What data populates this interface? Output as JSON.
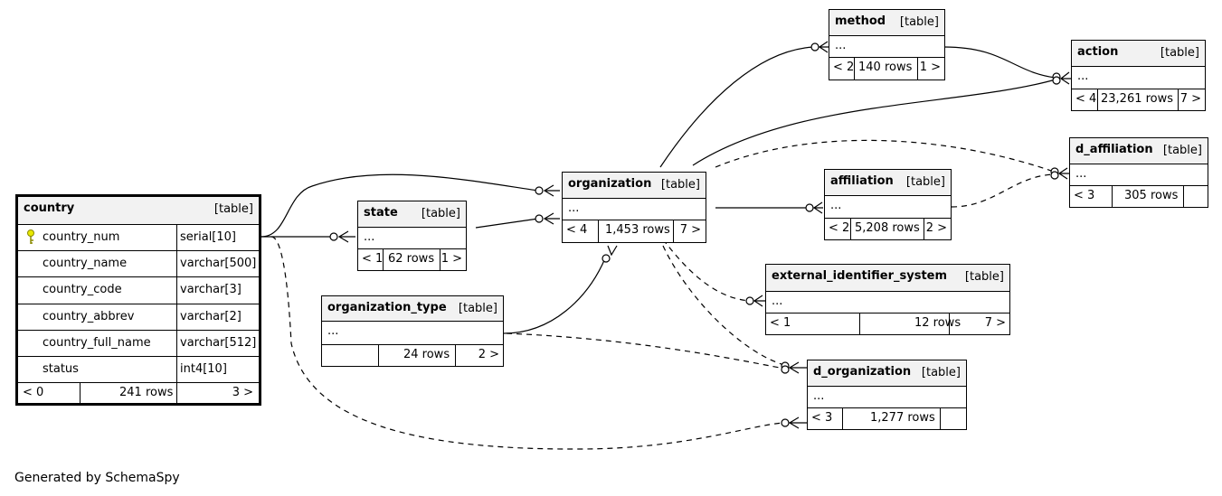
{
  "footer": "Generated by SchemaSpy",
  "key_icon_color": "#e8e800",
  "tables": {
    "country": {
      "name": "country",
      "kind": "[table]",
      "columns": [
        {
          "name": "country_num",
          "type": "serial[10]",
          "primary_key": true
        },
        {
          "name": "country_name",
          "type": "varchar[500]"
        },
        {
          "name": "country_code",
          "type": "varchar[3]"
        },
        {
          "name": "country_abbrev",
          "type": "varchar[2]"
        },
        {
          "name": "country_full_name",
          "type": "varchar[512]"
        },
        {
          "name": "status",
          "type": "int4[10]"
        }
      ],
      "parents": "< 0",
      "rows": "241 rows",
      "children": "3 >"
    },
    "state": {
      "name": "state",
      "kind": "[table]",
      "ellipsis": "...",
      "parents": "< 1",
      "rows": "62 rows",
      "children": "1 >"
    },
    "organization_type": {
      "name": "organization_type",
      "kind": "[table]",
      "ellipsis": "...",
      "parents": "",
      "rows": "24 rows",
      "children": "2 >"
    },
    "organization": {
      "name": "organization",
      "kind": "[table]",
      "ellipsis": "...",
      "parents": "< 4",
      "rows": "1,453 rows",
      "children": "7 >"
    },
    "method": {
      "name": "method",
      "kind": "[table]",
      "ellipsis": "...",
      "parents": "< 2",
      "rows": "140 rows",
      "children": "1 >"
    },
    "action": {
      "name": "action",
      "kind": "[table]",
      "ellipsis": "...",
      "parents": "< 4",
      "rows": "23,261 rows",
      "children": "7 >"
    },
    "d_affiliation": {
      "name": "d_affiliation",
      "kind": "[table]",
      "ellipsis": "...",
      "parents": "< 3",
      "rows": "305 rows",
      "children": ""
    },
    "affiliation": {
      "name": "affiliation",
      "kind": "[table]",
      "ellipsis": "...",
      "parents": "< 2",
      "rows": "5,208 rows",
      "children": "2 >"
    },
    "external_identifier_system": {
      "name": "external_identifier_system",
      "kind": "[table]",
      "ellipsis": "...",
      "parents": "< 1",
      "rows": "12 rows",
      "children": "7 >"
    },
    "d_organization": {
      "name": "d_organization",
      "kind": "[table]",
      "ellipsis": "...",
      "parents": "< 3",
      "rows": "1,277 rows",
      "children": ""
    }
  },
  "relationships": [
    {
      "from": "country",
      "to": "state",
      "style": "solid"
    },
    {
      "from": "country",
      "to": "organization",
      "style": "solid"
    },
    {
      "from": "country",
      "to": "d_organization",
      "style": "dashed"
    },
    {
      "from": "state",
      "to": "organization",
      "style": "solid"
    },
    {
      "from": "organization_type",
      "to": "organization",
      "style": "solid"
    },
    {
      "from": "organization_type",
      "to": "d_organization",
      "style": "dashed"
    },
    {
      "from": "organization",
      "to": "method",
      "style": "solid"
    },
    {
      "from": "organization",
      "to": "action",
      "style": "solid"
    },
    {
      "from": "organization",
      "to": "d_affiliation",
      "style": "dashed"
    },
    {
      "from": "organization",
      "to": "affiliation",
      "style": "solid"
    },
    {
      "from": "organization",
      "to": "external_identifier_system",
      "style": "dashed"
    },
    {
      "from": "organization",
      "to": "d_organization",
      "style": "dashed"
    },
    {
      "from": "method",
      "to": "action",
      "style": "solid"
    },
    {
      "from": "affiliation",
      "to": "d_affiliation",
      "style": "dashed"
    }
  ]
}
